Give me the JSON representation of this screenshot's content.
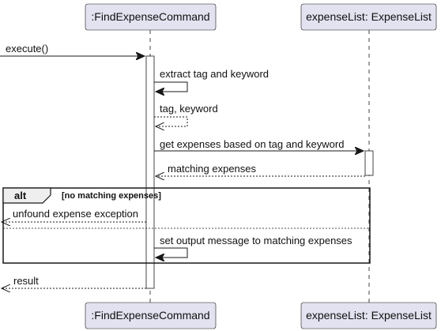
{
  "participants": {
    "find_command": ":FindExpenseCommand",
    "expense_list": "expenseList: ExpenseList"
  },
  "messages": {
    "execute": "execute()",
    "extract": "extract tag and keyword",
    "tag_keyword_return": "tag, keyword",
    "get_expenses": "get expenses based on tag and keyword",
    "matching_return": "matching expenses",
    "unfound_exception": "unfound expense exception",
    "set_output": "set output message to matching expenses",
    "result_return": "result"
  },
  "alt_fragment": {
    "operator": "alt",
    "guard": "[no matching expenses]"
  },
  "colors": {
    "participant_fill": "#E2E2F0",
    "participant_border": "#181818",
    "lifeline": "#181818",
    "activation_fill": "#FFFFFF"
  }
}
